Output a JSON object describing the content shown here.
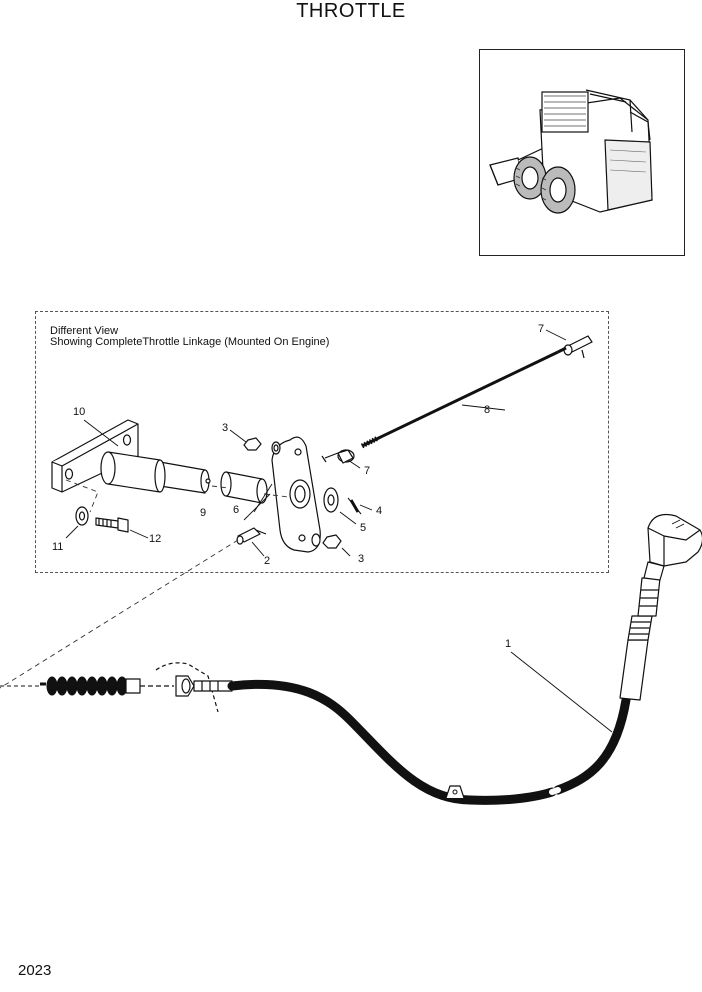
{
  "title": "THROTTLE",
  "page_number": "2023",
  "note": {
    "line1": "Different   View",
    "line2": "Showing CompleteThrottle Linkage (Mounted On Engine)"
  },
  "callouts": {
    "c1": "1",
    "c2": "2",
    "c3a": "3",
    "c3b": "3",
    "c4": "4",
    "c5": "5",
    "c6": "6",
    "c7a": "7",
    "c7b": "7",
    "c8": "8",
    "c9": "9",
    "c10": "10",
    "c11": "11",
    "c12": "12"
  }
}
